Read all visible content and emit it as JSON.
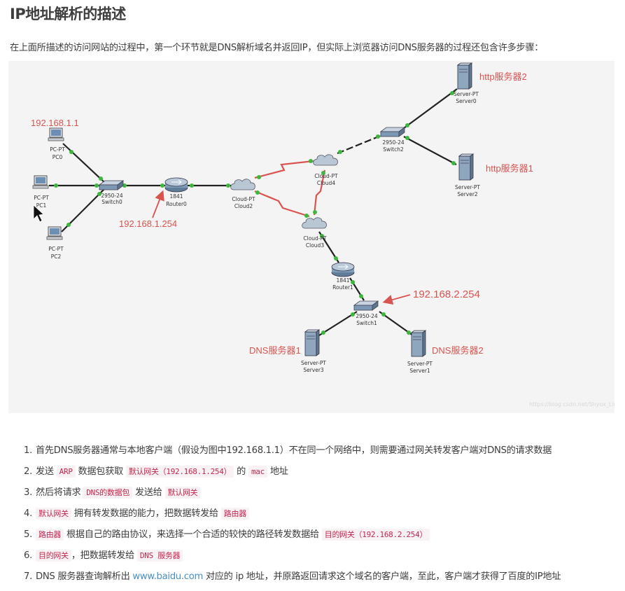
{
  "header": {
    "title": "IP地址解析的描述",
    "intro": "在上面所描述的访问网站的过程中，第一个环节就是DNS解析域名并返回IP，但实际上浏览器访问DNS服务器的过程还包含许多步骤："
  },
  "diagram": {
    "devices": {
      "pc0": [
        "PC-PT",
        "PC0"
      ],
      "pc1": [
        "PC-PT",
        "PC1"
      ],
      "pc2": [
        "PC-PT",
        "PC2"
      ],
      "switch0": [
        "2950-24",
        "Switch0"
      ],
      "router0": [
        "1841",
        "Router0"
      ],
      "cloud2": [
        "Cloud-PT",
        "Cloud2"
      ],
      "cloud4": [
        "Cloud-PT",
        "Cloud4"
      ],
      "cloud3": [
        "Cloud-PT",
        "Cloud3"
      ],
      "switch2": [
        "2950-24",
        "Switch2"
      ],
      "server0": [
        "Server-PT",
        "Server0"
      ],
      "server2": [
        "Server-PT",
        "Server2"
      ],
      "router1": [
        "1841",
        "Router1"
      ],
      "switch1": [
        "2950-24",
        "Switch1"
      ],
      "server3": [
        "Server-PT",
        "Server3"
      ],
      "server1": [
        "Server-PT",
        "Server1"
      ]
    },
    "annotations": {
      "pc0_ip": "192.168.1.1",
      "gateway_ip": "192.168.1.254",
      "gateway2_ip": "192.168.2.254",
      "http2": "http服务器2",
      "http1": "http服务器1",
      "dns1": "DNS服务器1",
      "dns2": "DNS服务器2"
    },
    "watermark": "https://blog.csdn.net/Shyox_Liu",
    "colors": {
      "annotation": "#d9534f",
      "wan_link": "#d9534f",
      "port_dot": "#3cb83c"
    }
  },
  "steps": [
    {
      "n": "1.",
      "parts": [
        {
          "t": "text",
          "v": "首先DNS服务器通常与本地客户端（假设为图中192.168.1.1）不在同一个网络中，则需要通过网关转发客户端对DNS的请求数据"
        }
      ]
    },
    {
      "n": "2.",
      "parts": [
        {
          "t": "text",
          "v": "发送 "
        },
        {
          "t": "code",
          "v": "ARP"
        },
        {
          "t": "text",
          "v": " 数据包获取 "
        },
        {
          "t": "code",
          "v": "默认网关（192.168.1.254）"
        },
        {
          "t": "text",
          "v": " 的 "
        },
        {
          "t": "code",
          "v": "mac"
        },
        {
          "t": "text",
          "v": " 地址"
        }
      ]
    },
    {
      "n": "3.",
      "parts": [
        {
          "t": "text",
          "v": "然后将请求 "
        },
        {
          "t": "code",
          "v": "DNS的数据包"
        },
        {
          "t": "text",
          "v": " 发送给 "
        },
        {
          "t": "code",
          "v": "默认网关"
        }
      ]
    },
    {
      "n": "4.",
      "parts": [
        {
          "t": "code",
          "v": "默认网关"
        },
        {
          "t": "text",
          "v": " 拥有转发数据的能力，把数据转发给 "
        },
        {
          "t": "code",
          "v": "路由器"
        }
      ]
    },
    {
      "n": "5.",
      "parts": [
        {
          "t": "code",
          "v": "路由器"
        },
        {
          "t": "text",
          "v": " 根据自己的路由协议，来选择一个合适的较快的路径转发数据给 "
        },
        {
          "t": "code",
          "v": "目的网关（192.168.2.254）"
        }
      ]
    },
    {
      "n": "6.",
      "parts": [
        {
          "t": "code",
          "v": "目的网关"
        },
        {
          "t": "text",
          "v": "，把数据转发给 "
        },
        {
          "t": "code",
          "v": "DNS 服务器"
        }
      ]
    },
    {
      "n": "7.",
      "parts": [
        {
          "t": "text",
          "v": "DNS 服务器查询解析出 "
        },
        {
          "t": "link",
          "v": "www.baidu.com"
        },
        {
          "t": "text",
          "v": " 对应的 ip 地址，并原路返回请求这个域名的客户端，至此，客户端才获得了百度的IP地址"
        }
      ]
    }
  ]
}
